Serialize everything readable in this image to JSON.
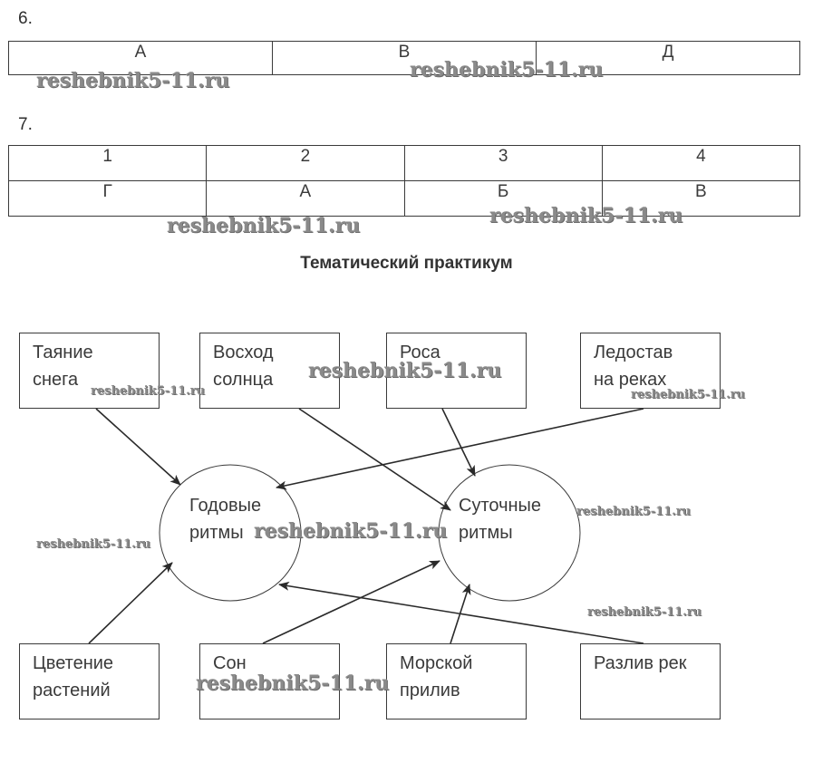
{
  "question6": {
    "number": "6.",
    "cells": [
      "А",
      "В",
      "Д"
    ]
  },
  "question7": {
    "number": "7.",
    "header": [
      "1",
      "2",
      "3",
      "4"
    ],
    "answers": [
      "Г",
      "А",
      "Б",
      "В"
    ]
  },
  "section_title": "Тематический практикум",
  "diagram": {
    "top_boxes": [
      {
        "line1": "Таяние",
        "line2": "снега"
      },
      {
        "line1": "Восход",
        "line2": "солнца"
      },
      {
        "line1": "Роса",
        "line2": ""
      },
      {
        "line1": "Ледостав",
        "line2": "на реках"
      }
    ],
    "circles": [
      {
        "line1": "Годовые",
        "line2": "ритмы"
      },
      {
        "line1": "Суточные",
        "line2": "ритмы"
      }
    ],
    "bottom_boxes": [
      {
        "line1": "Цветение",
        "line2": "растений"
      },
      {
        "line1": "Сон",
        "line2": ""
      },
      {
        "line1": "Морской",
        "line2": "прилив"
      },
      {
        "line1": "Разлив рек",
        "line2": ""
      }
    ],
    "arrows": [
      {
        "from": "Таяние снега",
        "to": "Годовые ритмы"
      },
      {
        "from": "Восход солнца",
        "to": "Суточные ритмы"
      },
      {
        "from": "Роса",
        "to": "Суточные ритмы"
      },
      {
        "from": "Ледостав на реках",
        "to": "Годовые ритмы"
      },
      {
        "from": "Цветение растений",
        "to": "Годовые ритмы"
      },
      {
        "from": "Сон",
        "to": "Суточные ритмы"
      },
      {
        "from": "Морской прилив",
        "to": "Суточные ритмы"
      },
      {
        "from": "Разлив рек",
        "to": "Годовые ритмы"
      }
    ]
  },
  "watermark": "reshebnik5-11.ru"
}
